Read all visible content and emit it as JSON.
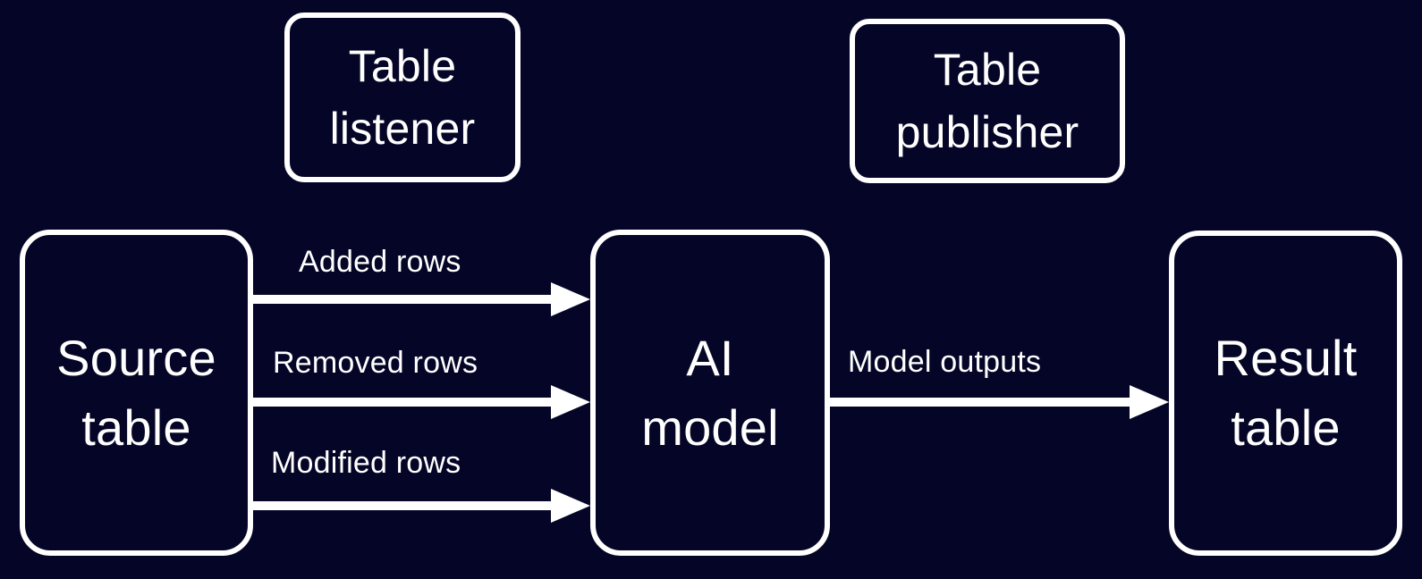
{
  "diagram": {
    "title": "Table listener / AI model / Table publisher pipeline",
    "background_color": "#050527",
    "stroke_color": "#ffffff",
    "text_color": "#ffffff",
    "nodes": [
      {
        "id": "table-listener",
        "label": "Table\nlistener",
        "shape": "rounded-rectangle"
      },
      {
        "id": "table-publisher",
        "label": "Table\npublisher",
        "shape": "rounded-rectangle"
      },
      {
        "id": "source-table",
        "label": "Source\ntable",
        "shape": "rounded-rectangle"
      },
      {
        "id": "ai-model",
        "label": "AI\nmodel",
        "shape": "rounded-rectangle"
      },
      {
        "id": "result-table",
        "label": "Result\ntable",
        "shape": "rounded-rectangle"
      }
    ],
    "edges": [
      {
        "id": "added-rows",
        "label": "Added rows",
        "from": "source-table",
        "to": "ai-model",
        "arrow": "arrow-right"
      },
      {
        "id": "removed-rows",
        "label": "Removed rows",
        "from": "source-table",
        "to": "ai-model",
        "arrow": "arrow-right"
      },
      {
        "id": "modified-rows",
        "label": "Modified rows",
        "from": "source-table",
        "to": "ai-model",
        "arrow": "arrow-right"
      },
      {
        "id": "model-outputs",
        "label": "Model outputs",
        "from": "ai-model",
        "to": "result-table",
        "arrow": "arrow-right"
      }
    ]
  }
}
